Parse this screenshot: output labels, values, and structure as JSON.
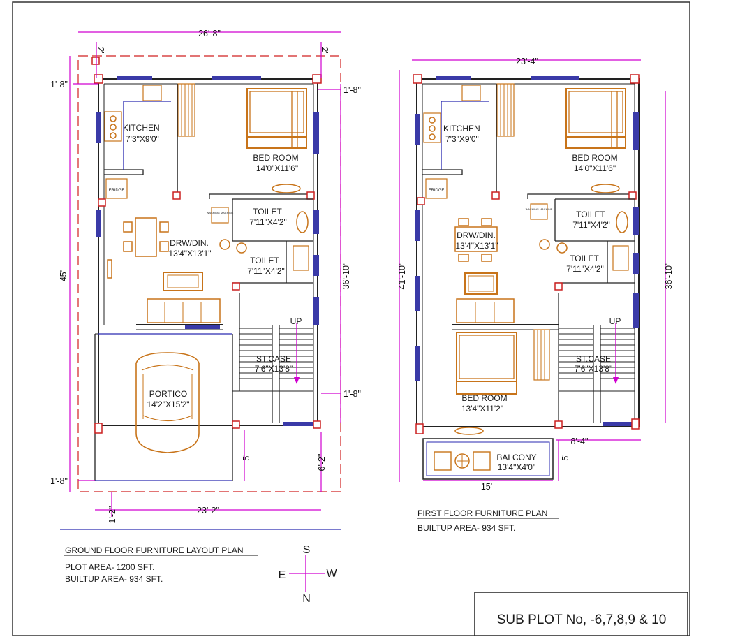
{
  "ground_floor": {
    "rooms": {
      "kitchen": {
        "name": "KITCHEN",
        "size": "7'3\"X9'0\""
      },
      "bedroom": {
        "name": "BED ROOM",
        "size": "14'0\"X11'6\""
      },
      "fridge": "FRIDGE",
      "washing": "WASHING MACHINE",
      "toilet1": {
        "name": "TOILET",
        "size": "7'11\"X4'2\""
      },
      "drw": {
        "name": "DRW/DIN.",
        "size": "13'4\"X13'1\""
      },
      "toilet2": {
        "name": "TOILET",
        "size": "7'11\"X4'2\""
      },
      "stcase": {
        "name": "ST.CASE",
        "size": "7'6\"X13'8\""
      },
      "up": "UP",
      "portico": {
        "name": "PORTICO",
        "size": "14'2\"X15'2\""
      }
    },
    "dims": {
      "top": "26'-8\"",
      "left_set1": "2'",
      "right_set1": "2'",
      "left_side": "1'-8\"",
      "right_side": "1'-8\"",
      "height": "45'",
      "inner_height": "36'-10\"",
      "mid_right": "1'-8\"",
      "bottom_left": "1'-8\"",
      "bottom_5": "5'",
      "bottom_62": "6'-2\"",
      "bottom_12": "1'-2\"",
      "bottom_width": "23'-2\""
    },
    "title": "GROUND FLOOR FURNITURE LAYOUT PLAN",
    "plot_area": "PLOT AREA- 1200 SFT.",
    "builtup": "BUILTUP AREA-  934 SFT."
  },
  "first_floor": {
    "rooms": {
      "kitchen": {
        "name": "KITCHEN",
        "size": "7'3\"X9'0\""
      },
      "bedroom1": {
        "name": "BED ROOM",
        "size": "14'0\"X11'6\""
      },
      "fridge": "FRIDGE",
      "washing": "WASHING MACHINE",
      "toilet1": {
        "name": "TOILET",
        "size": "7'11\"X4'2\""
      },
      "drw": {
        "name": "DRW/DIN.",
        "size": "13'4\"X13'1\""
      },
      "toilet2": {
        "name": "TOILET",
        "size": "7'11\"X4'2\""
      },
      "up": "UP",
      "stcase": {
        "name": "ST.CASE",
        "size": "7'6\"X13'8\""
      },
      "bedroom2": {
        "name": "BED ROOM",
        "size": "13'4\"X11'2\""
      },
      "balcony": {
        "name": "BALCONY",
        "size": "13'4\"X4'0\""
      }
    },
    "dims": {
      "top": "23'-4\"",
      "left_height": "41'-10\"",
      "right_height": "36'-10\"",
      "bottom_84": "8'-4\"",
      "bottom_5": "5'",
      "bottom_15": "15'"
    },
    "title": "FIRST FLOOR FURNITURE PLAN",
    "builtup": "BUILTUP AREA-  934 SFT."
  },
  "compass": {
    "s": "S",
    "e": "E",
    "w": "W",
    "n": "N"
  },
  "sub_plot": "SUB PLOT  No, -6,7,8,9 & 10"
}
